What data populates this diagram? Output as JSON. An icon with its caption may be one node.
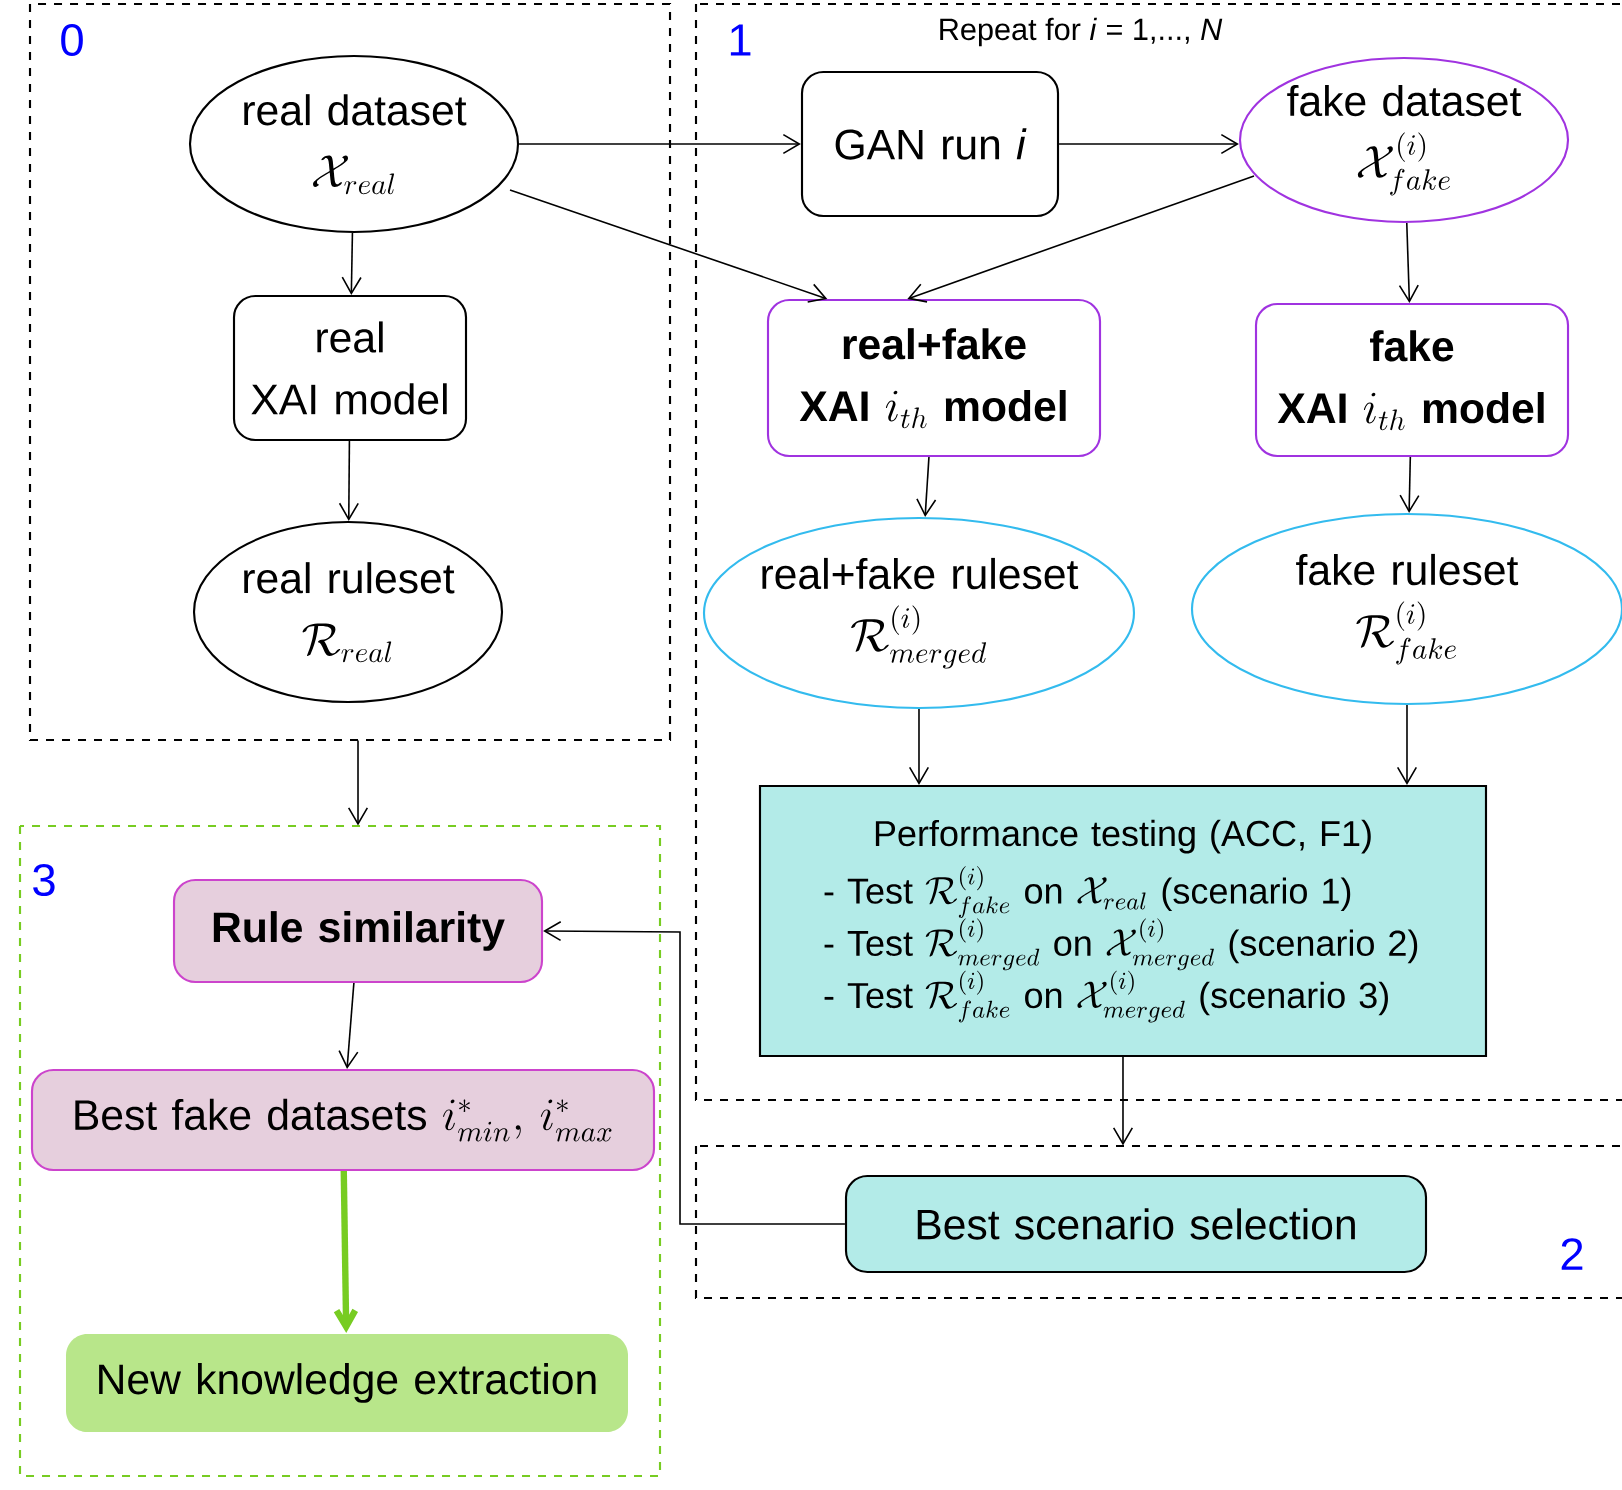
{
  "diagram": {
    "nodes": [
      {
        "text": [
          "0"
        ]
      },
      {
        "text": [
          "real dataset",
          "\\mathcal{X}_{real}"
        ],
        "in": 0
      },
      {
        "text": [
          "real",
          "XAI model"
        ],
        "in": 0
      },
      {
        "text": [
          "real ruleset",
          "\\mathcal{R}_{real}"
        ],
        "in": 0
      },
      {
        "text": [
          "1",
          "Repeat for *i* = 1,..., *N*"
        ]
      },
      {
        "text": [
          "GAN  run *i*"
        ],
        "in": 4
      },
      {
        "text": [
          "fake dataset",
          "\\mathcal{X}^{(i)}_{fake}"
        ],
        "in": 4
      },
      {
        "text": [
          "real+fake",
          "\\textbf{XAI }i_{th}\\textbf{ model}"
        ],
        "in": 4
      },
      {
        "text": [
          "fake",
          "\\textbf{XAI }i_{th}\\textbf{ model}"
        ],
        "in": 4
      },
      {
        "text": [
          "real+fake ruleset",
          "\\mathcal{R}^{(i)}_{merged}"
        ],
        "in": 4
      },
      {
        "text": [
          "fake ruleset",
          "\\mathcal{R}^{(i)}_{fake}"
        ],
        "in": 4
      },
      {
        "text": [
          "Performance testing (ACC, F1)",
          "\\text{- Test }\\mathcal{R}^{(i)}_{fake}\\text{ on }\\mathcal{X}_{real}\\text{ (scenario 1)}",
          "\\text{- Test }\\mathcal{R}^{(i)}_{merged}\\text{ on }\\mathcal{X}^{(i)}_{merged}\\text{ (scenario 2)}",
          "\\text{- Test }\\mathcal{R}^{(i)}_{fake}\\text{ on }\\mathcal{X}^{(i)}_{merged}\\text{ (scenario 3)}"
        ],
        "in": 4
      },
      {
        "text": [
          "2"
        ]
      },
      {
        "text": [
          "Best scenario selection"
        ],
        "in": 12
      },
      {
        "text": [
          "3"
        ]
      },
      {
        "text": [
          "Rule similarity"
        ],
        "in": 14
      },
      {
        "text": [
          "\\text{Best fake datasets }i^{*}_{min},\\, i^{*}_{max}"
        ],
        "in": 14
      },
      {
        "text": [
          "New knowledge extraction"
        ],
        "in": 14
      }
    ],
    "edges": [
      {
        "from": 1,
        "to": 5,
        "arrow": "to"
      },
      {
        "from": 1,
        "to": 7,
        "arrow": "to"
      },
      {
        "from": 5,
        "to": 6,
        "arrow": "to"
      },
      {
        "from": 6,
        "to": 7,
        "arrow": "to"
      },
      {
        "from": 6,
        "to": 8,
        "arrow": "to"
      },
      {
        "from": 1,
        "to": 2,
        "arrow": "to"
      },
      {
        "from": 2,
        "to": 3,
        "arrow": "to"
      },
      {
        "from": 7,
        "to": 9,
        "arrow": "to"
      },
      {
        "from": 8,
        "to": 10,
        "arrow": "to"
      },
      {
        "from": 9,
        "to": 11,
        "arrow": "to"
      },
      {
        "from": 10,
        "to": 11,
        "arrow": "to"
      },
      {
        "from": 0,
        "to": 14,
        "arrow": "to"
      },
      {
        "from": 11,
        "to": 12,
        "arrow": "to"
      },
      {
        "from": 13,
        "to": 15,
        "arrow": "to"
      },
      {
        "from": 15,
        "to": 16,
        "arrow": "to"
      },
      {
        "from": 16,
        "to": 17,
        "arrow": "to",
        "style": "thick",
        "color": "#77cc22"
      }
    ]
  }
}
